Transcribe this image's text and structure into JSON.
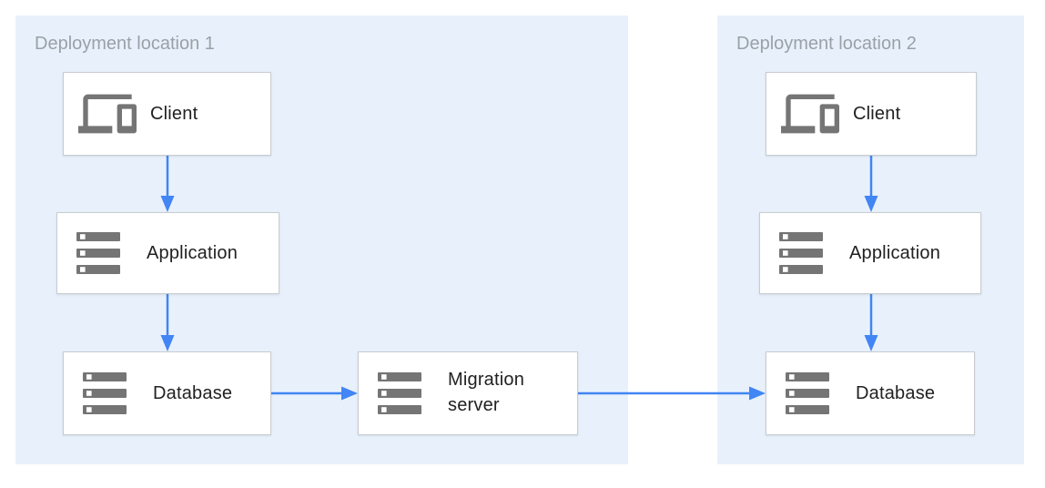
{
  "regions": [
    {
      "title": "Deployment location 1",
      "nodes": [
        {
          "id": "client1",
          "label": "Client",
          "icon": "devices-icon"
        },
        {
          "id": "application1",
          "label": "Application",
          "icon": "server-icon"
        },
        {
          "id": "database1",
          "label": "Database",
          "icon": "server-icon"
        }
      ]
    },
    {
      "title": "Deployment location 2",
      "nodes": [
        {
          "id": "client2",
          "label": "Client",
          "icon": "devices-icon"
        },
        {
          "id": "application2",
          "label": "Application",
          "icon": "server-icon"
        },
        {
          "id": "database2",
          "label": "Database",
          "icon": "server-icon"
        }
      ]
    }
  ],
  "migration_node": {
    "id": "migration_server",
    "label": "Migration server",
    "icon": "server-icon"
  },
  "edges": [
    {
      "from": "client1",
      "to": "application1"
    },
    {
      "from": "application1",
      "to": "database1"
    },
    {
      "from": "database1",
      "to": "migration_server"
    },
    {
      "from": "migration_server",
      "to": "database2"
    },
    {
      "from": "client2",
      "to": "application2"
    },
    {
      "from": "application2",
      "to": "database2"
    }
  ],
  "colors": {
    "region_bg": "#E8F1FB",
    "arrow": "#4285F4",
    "icon": "#757575",
    "node_bg": "#FFFFFF",
    "node_border": "#C8CCD0",
    "label_text": "#212121",
    "title_text": "#9AA0A6"
  }
}
